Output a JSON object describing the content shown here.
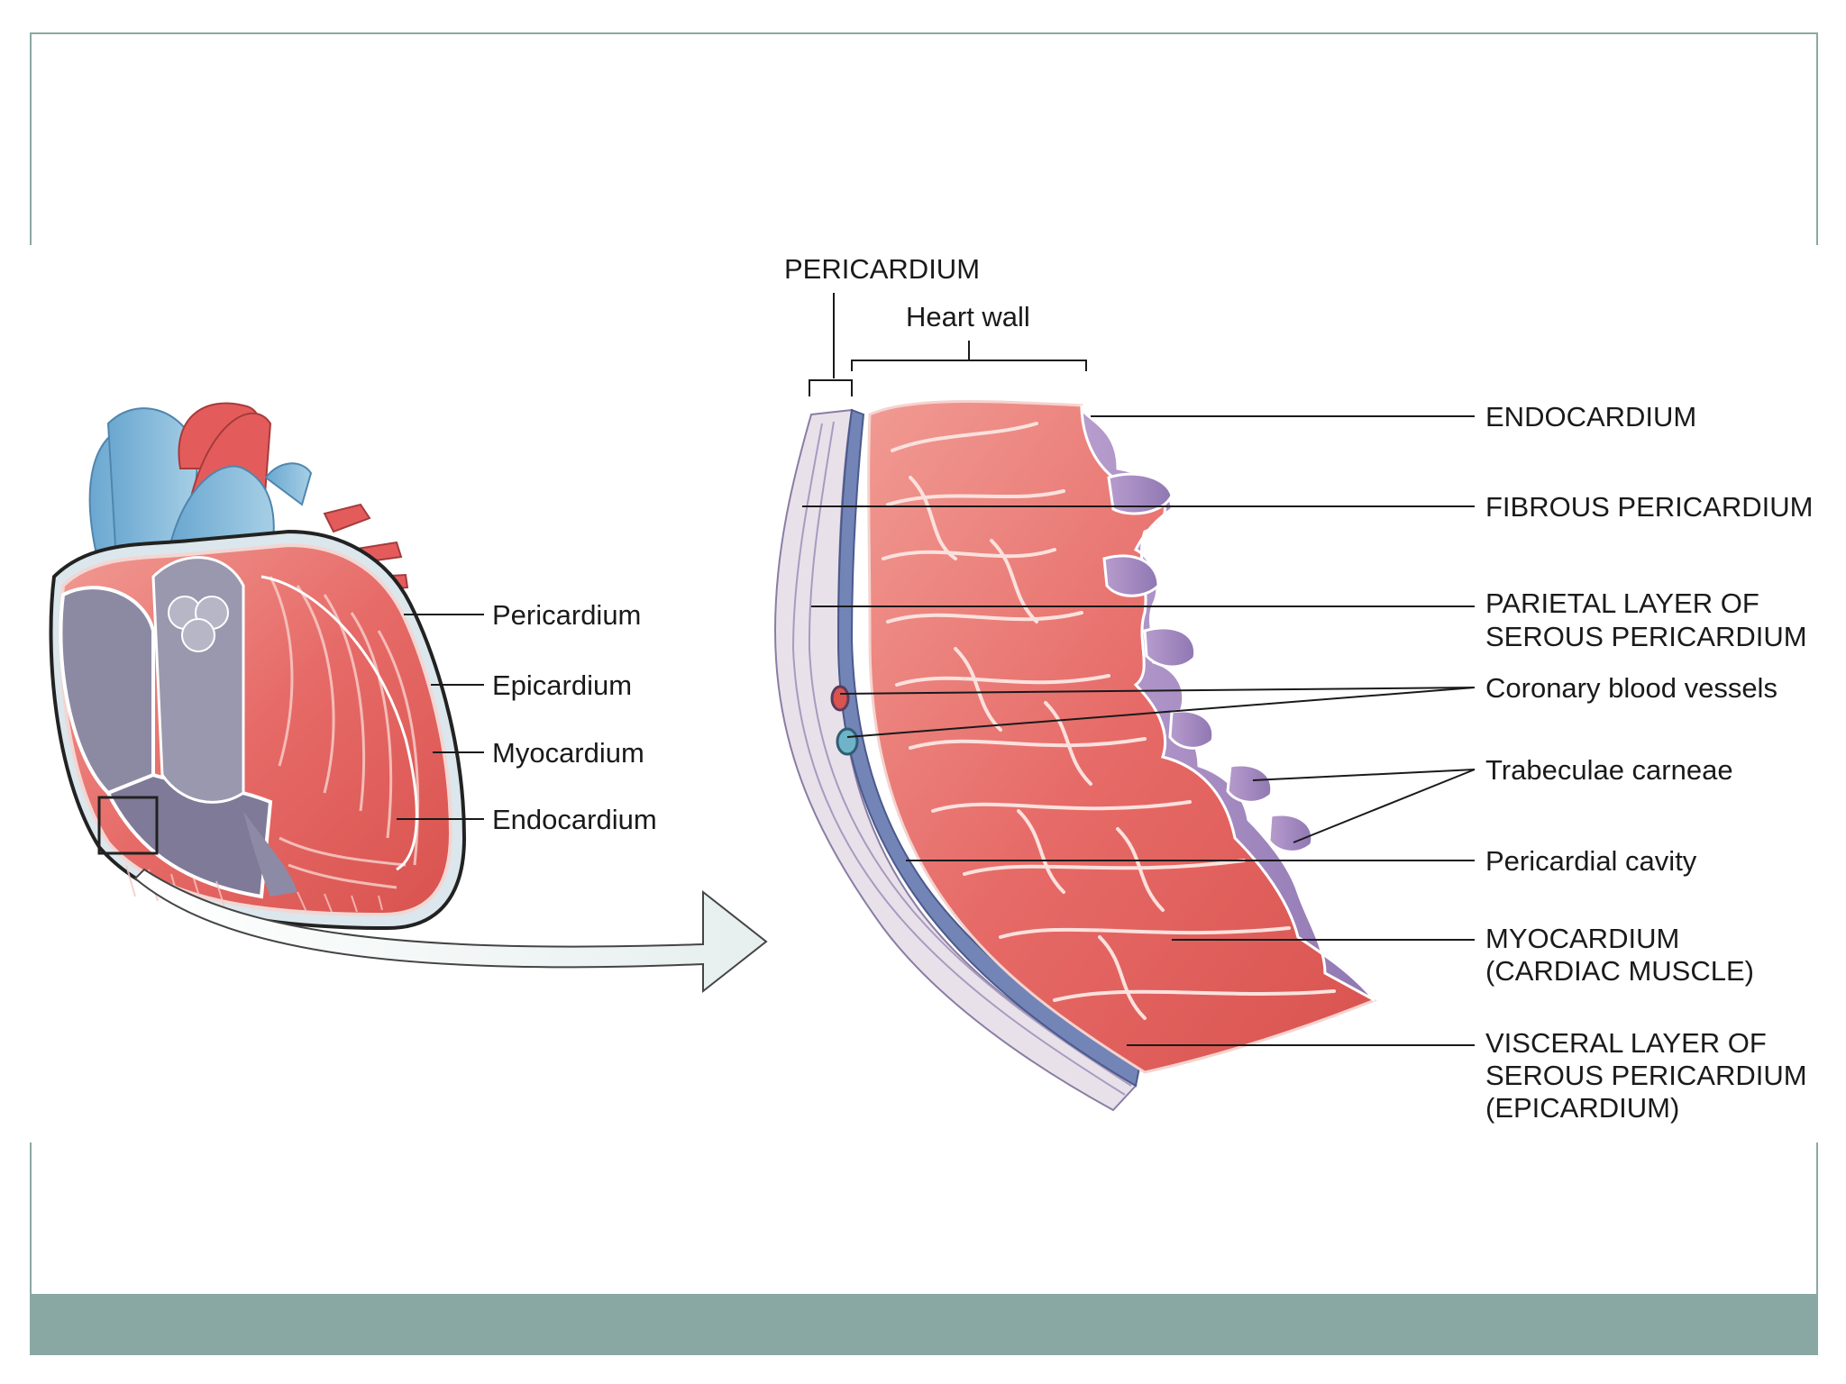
{
  "left_labels": {
    "pericardium": "Pericardium",
    "epicardium": "Epicardium",
    "myocardium": "Myocardium",
    "endocardium": "Endocardium"
  },
  "top_labels": {
    "pericardium": "PERICARDIUM",
    "heart_wall": "Heart wall"
  },
  "right_labels": {
    "endocardium": "ENDOCARDIUM",
    "fibrous_pericardium": "FIBROUS PERICARDIUM",
    "parietal_1": "PARIETAL LAYER OF",
    "parietal_2": "SEROUS PERICARDIUM",
    "coronary": "Coronary blood vessels",
    "trabeculae": "Trabeculae carneae",
    "pericardial_cavity": "Pericardial cavity",
    "myocardium_1": "MYOCARDIUM",
    "myocardium_2": "(CARDIAC MUSCLE)",
    "visceral_1": "VISCERAL LAYER OF",
    "visceral_2": "SEROUS PERICARDIUM",
    "visceral_3": "(EPICARDIUM)"
  },
  "colors": {
    "frame": "#8aa8a3",
    "muscle": "#e8716f",
    "muscle_light": "#f4a39d",
    "vein_blue": "#7fb6d8",
    "purple": "#9b84b8"
  }
}
